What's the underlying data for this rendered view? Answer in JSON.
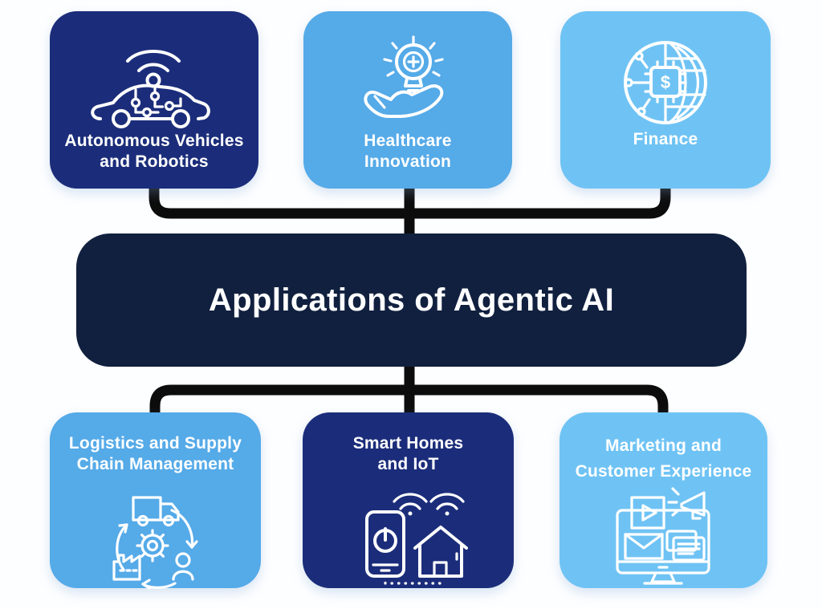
{
  "title": {
    "text": "Applications of Agentic AI"
  },
  "colors": {
    "background": "#fdfeff",
    "royal_blue": "#1b2d7a",
    "medium_blue": "#55aae8",
    "light_blue": "#6fc3f4",
    "dark_navy": "#11203f",
    "connector": "#0c0c0c",
    "text": "#ffffff"
  },
  "nodes": {
    "autonomous": {
      "label": "Autonomous Vehicles\nand Robotics"
    },
    "healthcare": {
      "label": "Healthcare\nInnovation"
    },
    "finance": {
      "label": "Finance"
    },
    "logistics": {
      "label": "Logistics and Supply\nChain Management"
    },
    "smart_homes": {
      "label": "Smart Homes\nand IoT"
    },
    "marketing": {
      "label": "Marketing and\nCustomer Experience"
    }
  },
  "icons": {
    "autonomous": "connected-car-wifi-icon",
    "healthcare": "hand-holding-medical-bulb-icon",
    "finance": "globe-circuit-chip-icon",
    "finance_symbol": "$",
    "logistics": "truck-gear-factory-person-cycle-icon",
    "smart_homes": "smartphone-smart-house-wifi-icon",
    "marketing": "monitor-envelope-megaphone-icon"
  }
}
